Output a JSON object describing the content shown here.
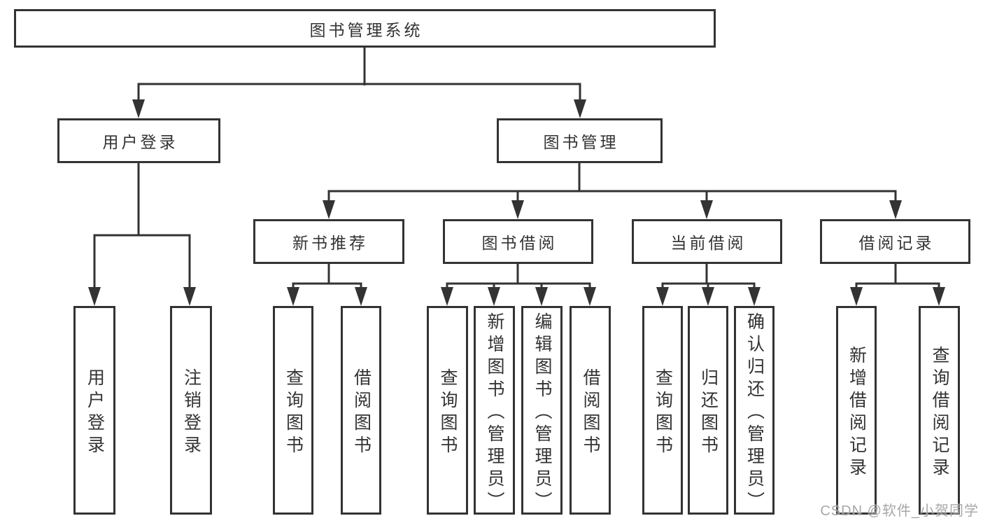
{
  "diagram": {
    "title": "图书管理系统",
    "branches": [
      {
        "label": "用户登录",
        "children": [
          "用户登录",
          "注销登录"
        ]
      },
      {
        "label": "图书管理",
        "children": [
          {
            "label": "新书推荐",
            "children": [
              "查询图书",
              "借阅图书"
            ]
          },
          {
            "label": "图书借阅",
            "children": [
              "查询图书",
              "新增图书（管理员）",
              "编辑图书（管理员）",
              "借阅图书"
            ]
          },
          {
            "label": "当前借阅",
            "children": [
              "查询图书",
              "归还图书",
              "确认归还（管理员）"
            ]
          },
          {
            "label": "借阅记录",
            "children": [
              "新增借阅记录",
              "查询借阅记录"
            ]
          }
        ]
      }
    ]
  },
  "watermark": {
    "text": "CSDN @软件_小贺同学"
  },
  "colors": {
    "line": "#333333",
    "box_border": "#333333",
    "box_fill": "#ffffff",
    "text": "#333333",
    "watermark": "#9e9e9e",
    "background": "#ffffff"
  }
}
